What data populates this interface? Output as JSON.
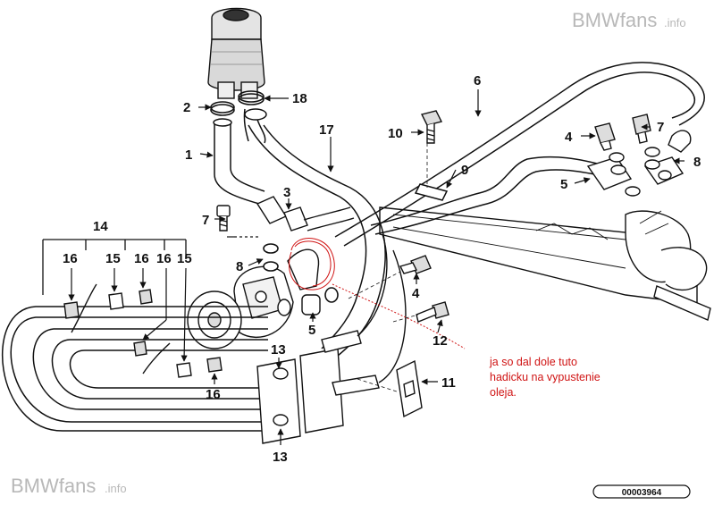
{
  "watermark_top": "BMWfans",
  "watermark_top_suffix": ".info",
  "watermark_bottom": "BMWfans",
  "watermark_bottom_suffix": ".info",
  "part_labels": {
    "l1": "1",
    "l2": "2",
    "l3": "3",
    "l4a": "4",
    "l4b": "4",
    "l5a": "5",
    "l5b": "5",
    "l6": "6",
    "l7a": "7",
    "l7b": "7",
    "l8a": "8",
    "l8b": "8",
    "l9": "9",
    "l10": "10",
    "l11": "11",
    "l12": "12",
    "l13a": "13",
    "l13b": "13",
    "l14": "14",
    "l15a": "15",
    "l15b": "15",
    "l16a": "16",
    "l16b": "16",
    "l16c": "16",
    "l16d": "16",
    "l17": "17",
    "l18": "18"
  },
  "annotation": {
    "line1": "ja so dal dole tuto",
    "line2": "hadicku na vypustenie",
    "line3": "oleja.",
    "color": "#d01414"
  },
  "diagram_code": "00003964"
}
